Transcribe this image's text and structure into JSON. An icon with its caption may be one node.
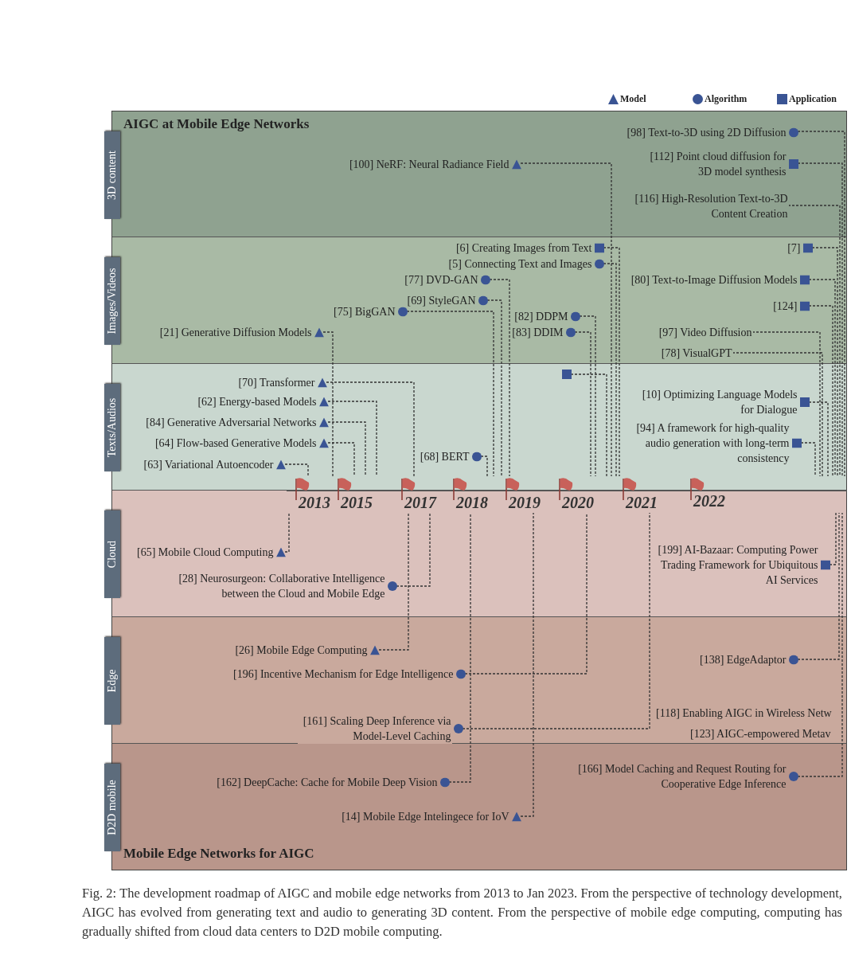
{
  "diagram": {
    "caption": "Fig. 2: The development roadmap of AIGC and mobile edge networks from 2013 to Jan 2023. From the perspective of technology development, AIGC has evolved from generating text and audio to generating 3D content. From the perspective of mobile edge computing, computing has gradually shifted from cloud data centers to D2D mobile computing.",
    "nodes": [
      {
        "text": [
          "3D content"
        ]
      },
      {
        "text": [
          "[98] Text-to-3D using 2D Diffusion"
        ],
        "in": 0
      },
      {
        "text": [
          "[100] NeRF: Neural Radiance Field"
        ],
        "in": 0
      },
      {
        "text": [
          "[112] Point cloud diffusion for 3D model synthesis"
        ],
        "in": 0
      },
      {
        "text": [
          "[116] High-Resolution Text-to-3D Content Creation"
        ],
        "in": 0
      },
      {
        "text": [
          "Images/Videos"
        ]
      },
      {
        "text": [
          "[6] Creating Images from Text"
        ],
        "in": 5
      },
      {
        "text": [
          "[7]"
        ],
        "in": 5
      },
      {
        "text": [
          "[5] Connecting Text and Images"
        ],
        "in": 5
      },
      {
        "text": [
          "[77] DVD-GAN"
        ],
        "in": 5
      },
      {
        "text": [
          "[80] Text-to-Image Diffusion Models"
        ],
        "in": 5
      },
      {
        "text": [
          "[69] StyleGAN"
        ],
        "in": 5
      },
      {
        "text": [
          "[124]"
        ],
        "in": 5
      },
      {
        "text": [
          "[75] BigGAN"
        ],
        "in": 5
      },
      {
        "text": [
          "[82] DDPM"
        ],
        "in": 5
      },
      {
        "text": [
          "[83] DDIM"
        ],
        "in": 5
      },
      {
        "text": [
          "[21] Generative Diffusion Models"
        ],
        "in": 5
      },
      {
        "text": [
          "[97] Video Diffusion"
        ],
        "in": 5
      },
      {
        "text": [
          "[78] VisualGPT"
        ],
        "in": 5
      },
      {
        "text": [
          "Texts/Audios"
        ]
      },
      {
        "text": [],
        "shape": "box",
        "in": 19
      },
      {
        "text": [
          "[70] Transformer"
        ],
        "in": 19
      },
      {
        "text": [
          "[10] Optimizing Language Models for Dialogue"
        ],
        "in": 19
      },
      {
        "text": [
          "[62] Energy-based Models"
        ],
        "in": 19
      },
      {
        "text": [
          "[84] Generative Adversarial Networks"
        ],
        "in": 19
      },
      {
        "text": [
          "[94] A framework for high-quality audio generation with long-term consistency"
        ],
        "in": 19
      },
      {
        "text": [
          "[64] Flow-based Generative Models"
        ],
        "in": 19
      },
      {
        "text": [
          "[68] BERT"
        ],
        "in": 19
      },
      {
        "text": [
          "[63] Variational Autoencoder"
        ],
        "in": 19
      },
      {
        "text": [
          "Cloud"
        ]
      },
      {
        "text": [
          "[65] Mobile Cloud Computing"
        ],
        "in": 29
      },
      {
        "text": [
          "[199] AI-Bazaar: Computing Power Trading Framework for Ubiquitous AI Services"
        ],
        "in": 29
      },
      {
        "text": [
          "[28] Neurosurgeon: Collaborative Intelligence between the Cloud and Mobile Edge"
        ],
        "in": 29
      },
      {
        "text": [
          "Edge"
        ]
      },
      {
        "text": [
          "[26] Mobile Edge Computing"
        ],
        "in": 33
      },
      {
        "text": [
          "[138] EdgeAdaptor"
        ],
        "in": 33
      },
      {
        "text": [
          "[196] Incentive Mechanism for Edge Intelligence"
        ],
        "in": 33
      },
      {
        "text": [
          "[118] Enabling AIGC in Wireless Netw"
        ],
        "in": 33
      },
      {
        "text": [
          "[161] Scaling Deep Inference via Model-Level Caching"
        ],
        "in": 33
      },
      {
        "text": [
          "[123] AIGC-empowered Metav"
        ],
        "in": 33
      },
      {
        "text": [
          "D2D mobile"
        ]
      },
      {
        "text": [
          "[166] Model Caching and Request Routing for Cooperative Edge Inference"
        ],
        "in": 40
      },
      {
        "text": [
          "[162] DeepCache: Cache for Mobile Deep Vision"
        ],
        "in": 40
      },
      {
        "text": [
          "[14] Mobile Edge Intelingece for IoV"
        ],
        "in": 40
      },
      {
        "text": [
          "2013"
        ]
      },
      {
        "text": [
          "2015"
        ]
      },
      {
        "text": [
          "2017"
        ]
      },
      {
        "text": [
          "2018"
        ]
      },
      {
        "text": [
          "2019"
        ]
      },
      {
        "text": [
          "2020"
        ]
      },
      {
        "text": [
          "2021"
        ]
      },
      {
        "text": [
          "2022"
        ]
      }
    ],
    "edges": [
      {
        "from": 1,
        "to": 51,
        "arrow": "none",
        "style": "dashed"
      },
      {
        "from": 2,
        "to": 49,
        "arrow": "none",
        "style": "dashed"
      },
      {
        "from": 3,
        "to": 51,
        "arrow": "none",
        "style": "dashed"
      },
      {
        "from": 4,
        "to": 51,
        "arrow": "none",
        "style": "dashed"
      },
      {
        "from": 6,
        "to": 50,
        "arrow": "none",
        "style": "dashed"
      },
      {
        "from": 7,
        "to": 51,
        "arrow": "none",
        "style": "dashed"
      },
      {
        "from": 8,
        "to": 50,
        "arrow": "none",
        "style": "dashed"
      },
      {
        "from": 9,
        "to": 48,
        "arrow": "none",
        "style": "dashed"
      },
      {
        "from": 10,
        "to": 51,
        "arrow": "none",
        "style": "dashed"
      },
      {
        "from": 11,
        "to": 48,
        "arrow": "none",
        "style": "dashed"
      },
      {
        "from": 12,
        "to": 51,
        "arrow": "none",
        "style": "dashed"
      },
      {
        "from": 13,
        "to": 47,
        "arrow": "none",
        "style": "dashed"
      },
      {
        "from": 14,
        "to": 49,
        "arrow": "none",
        "style": "dashed"
      },
      {
        "from": 15,
        "to": 49,
        "arrow": "none",
        "style": "dashed"
      },
      {
        "from": 16,
        "to": 45,
        "arrow": "none",
        "style": "dashed"
      },
      {
        "from": 17,
        "to": 51,
        "arrow": "none",
        "style": "dashed"
      },
      {
        "from": 18,
        "to": 51,
        "arrow": "none",
        "style": "dashed"
      },
      {
        "from": 20,
        "to": 49,
        "arrow": "none",
        "style": "dashed"
      },
      {
        "from": 21,
        "to": 46,
        "arrow": "none",
        "style": "dashed"
      },
      {
        "from": 22,
        "to": 51,
        "arrow": "none",
        "style": "dashed"
      },
      {
        "from": 23,
        "to": 45,
        "arrow": "none",
        "style": "dashed"
      },
      {
        "from": 24,
        "to": 45,
        "arrow": "none",
        "style": "dashed"
      },
      {
        "from": 25,
        "to": 51,
        "arrow": "none",
        "style": "dashed"
      },
      {
        "from": 26,
        "to": 45,
        "arrow": "none",
        "style": "dashed"
      },
      {
        "from": 27,
        "to": 47,
        "arrow": "none",
        "style": "dashed"
      },
      {
        "from": 28,
        "to": 44,
        "arrow": "none",
        "style": "dashed"
      },
      {
        "from": 30,
        "to": 44,
        "arrow": "none",
        "style": "dashed"
      },
      {
        "from": 31,
        "to": 51,
        "arrow": "none",
        "style": "dashed"
      },
      {
        "from": 32,
        "to": 46,
        "arrow": "none",
        "style": "dashed"
      },
      {
        "from": 34,
        "to": 46,
        "arrow": "none",
        "style": "dashed"
      },
      {
        "from": 35,
        "to": 51,
        "arrow": "none",
        "style": "dashed"
      },
      {
        "from": 36,
        "to": 49,
        "arrow": "none",
        "style": "dashed"
      },
      {
        "from": 38,
        "to": 50,
        "arrow": "none",
        "style": "dashed"
      },
      {
        "from": 41,
        "to": 51,
        "arrow": "none",
        "style": "dashed"
      },
      {
        "from": 42,
        "to": 47,
        "arrow": "none",
        "style": "dashed"
      },
      {
        "from": 43,
        "to": 48,
        "arrow": "none",
        "style": "dashed"
      }
    ],
    "labels": [
      "AIGC at Mobile Edge Networks",
      "Mobile Edge Networks for AIGC"
    ],
    "legend": [
      {
        "text": "Model"
      },
      {
        "text": "Algorithm"
      },
      {
        "text": "Application"
      }
    ]
  }
}
